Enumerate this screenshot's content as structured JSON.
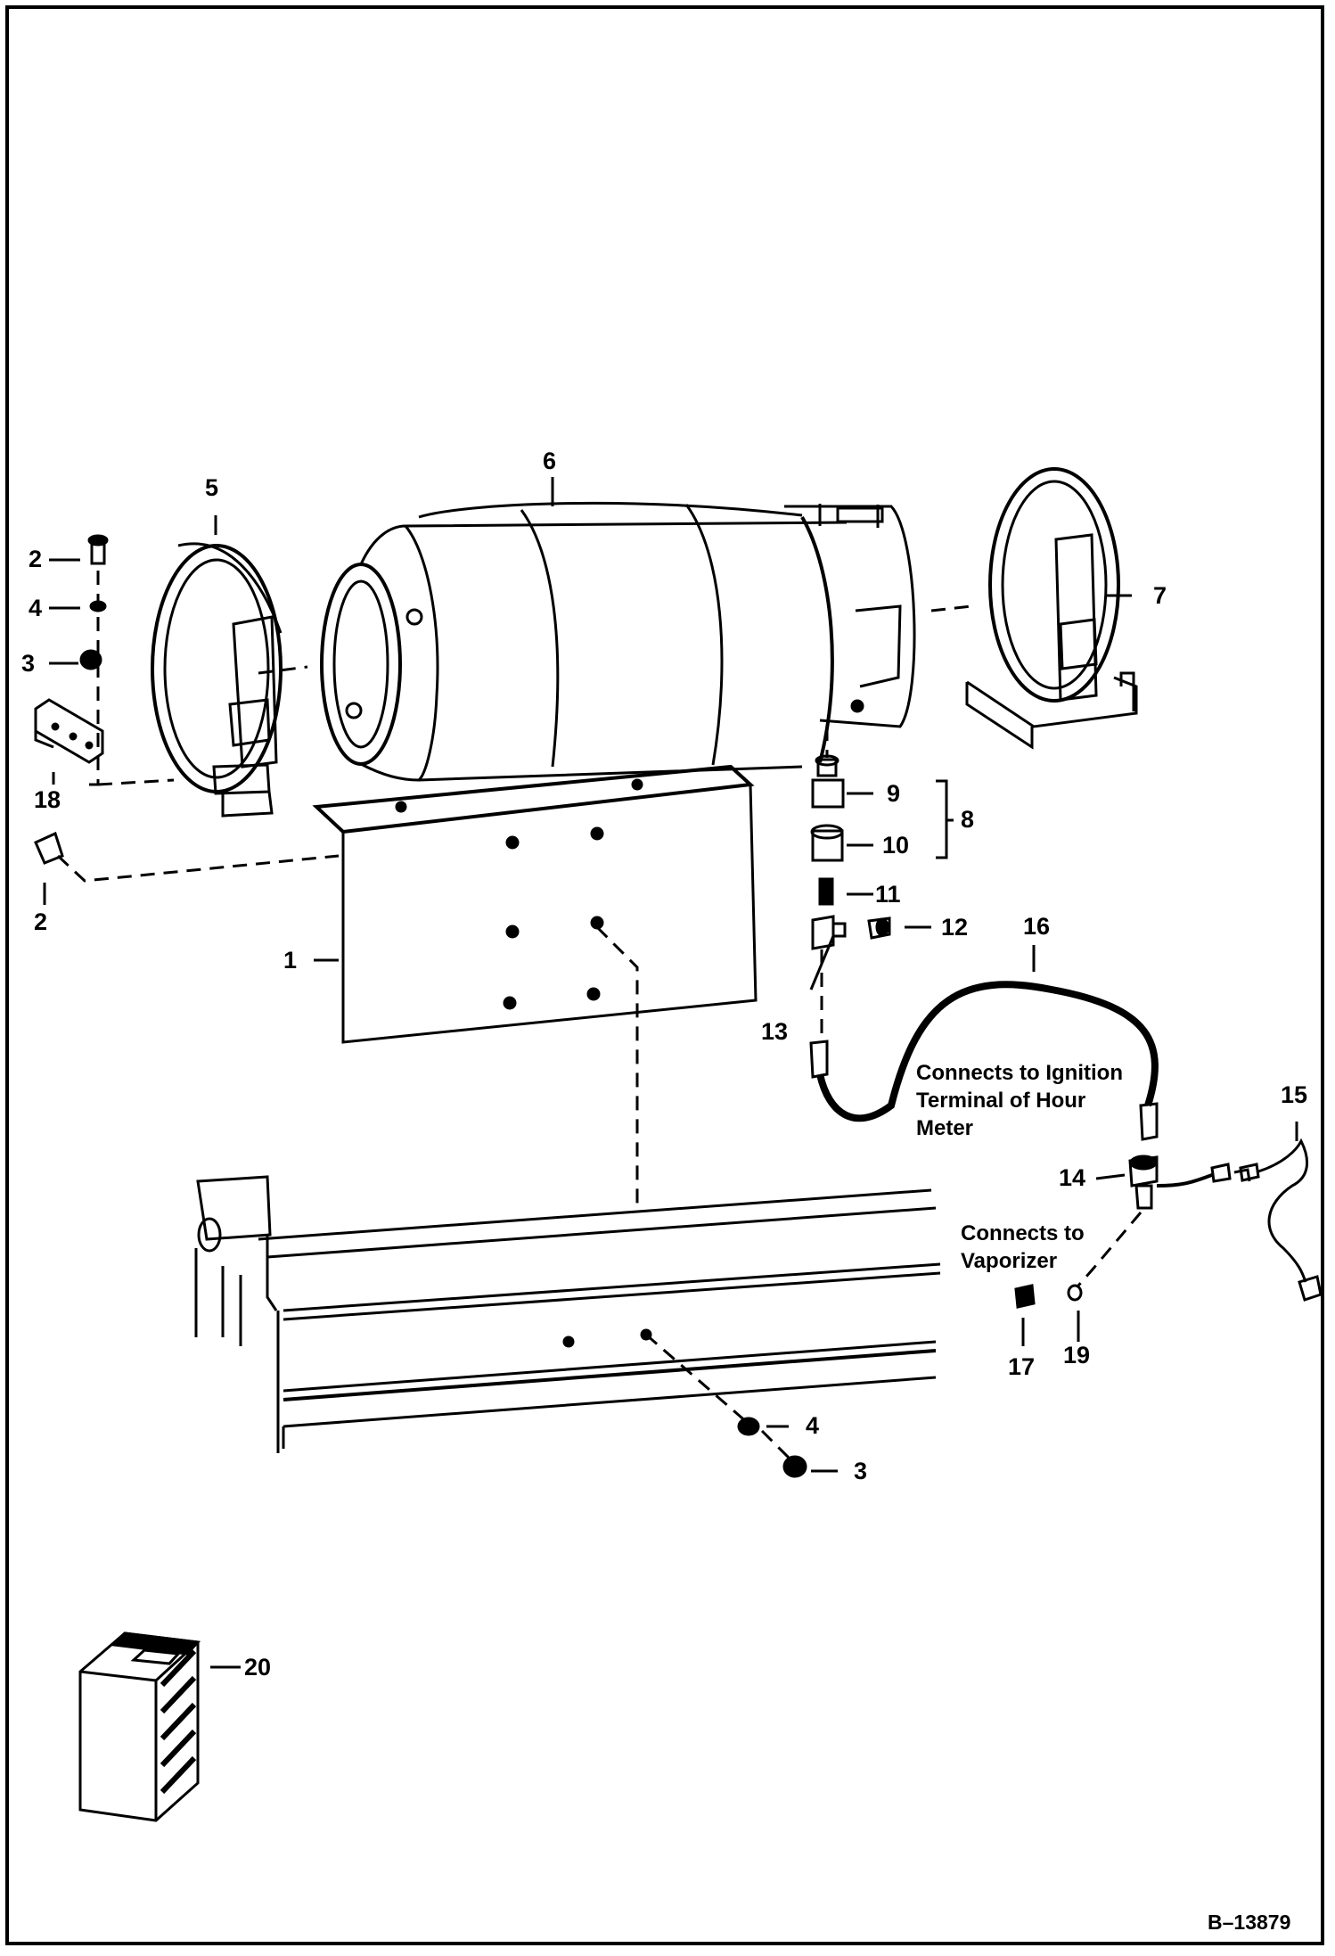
{
  "figure_id": "B–13879",
  "callouts": {
    "c1": "1",
    "c2a": "2",
    "c2b": "2",
    "c3a": "3",
    "c3b": "3",
    "c4a": "4",
    "c4b": "4",
    "c5": "5",
    "c6": "6",
    "c7": "7",
    "c8": "8",
    "c9": "9",
    "c10": "10",
    "c11": "11",
    "c12": "12",
    "c13": "13",
    "c14": "14",
    "c15": "15",
    "c16": "16",
    "c17": "17",
    "c18": "18",
    "c19": "19",
    "c20": "20"
  },
  "notes": {
    "ignition": [
      "Connects to Ignition",
      "Terminal of Hour",
      "Meter"
    ],
    "vaporizer": [
      "Connects to",
      "Vaporizer"
    ]
  }
}
